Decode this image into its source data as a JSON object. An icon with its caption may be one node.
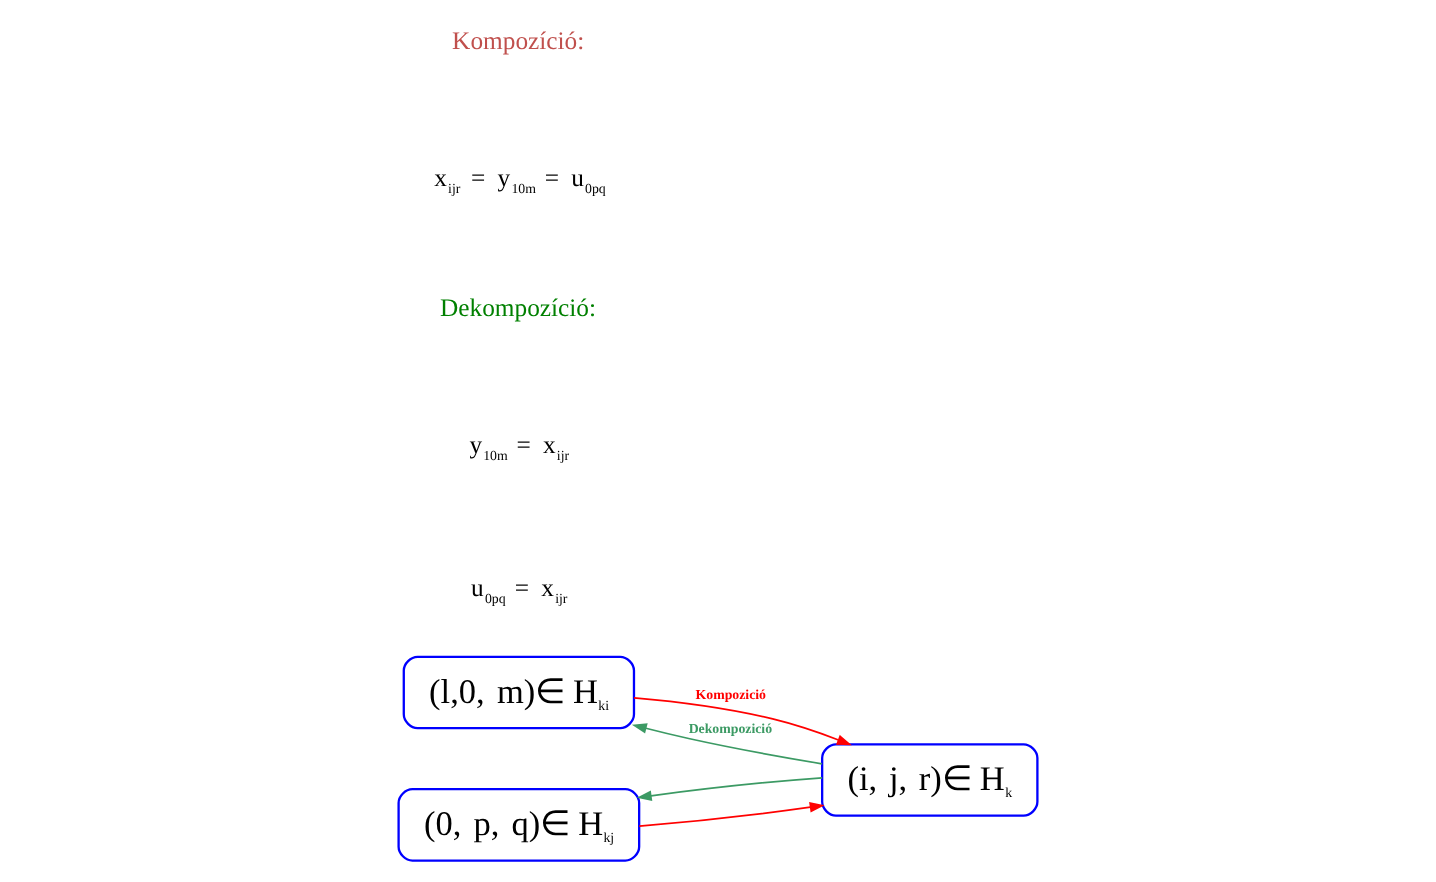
{
  "diagram": {
    "nodes": [
      {
        "text": [
          "(l,0, m)∈ H$_{ki}$"
        ]
      },
      {
        "text": [
          "(0, p, q)∈ H$_{kj}$"
        ]
      },
      {
        "text": [
          "(i, j, r)∈ H$_{k}$"
        ]
      }
    ],
    "edges": [
      {
        "from": 0,
        "to": 2,
        "arrow": "to",
        "color": "#ff0000",
        "label": "Kompozició"
      },
      {
        "from": 1,
        "to": 2,
        "arrow": "to",
        "color": "#ff0000"
      },
      {
        "from": 2,
        "to": 0,
        "arrow": "to",
        "color": "#3c9a64",
        "label": "Dekompozició"
      },
      {
        "from": 2,
        "to": 1,
        "arrow": "to",
        "color": "#3c9a64"
      }
    ],
    "labels": [
      "Kompozíció:",
      "x$_{ijr}$ = y$_{10m}$ = u$_{0pq}$",
      "Dekompozíció:",
      "y$_{10m}$ = x$_{ijr}$",
      "u$_{0pq}$ = x$_{ijr}$"
    ]
  }
}
